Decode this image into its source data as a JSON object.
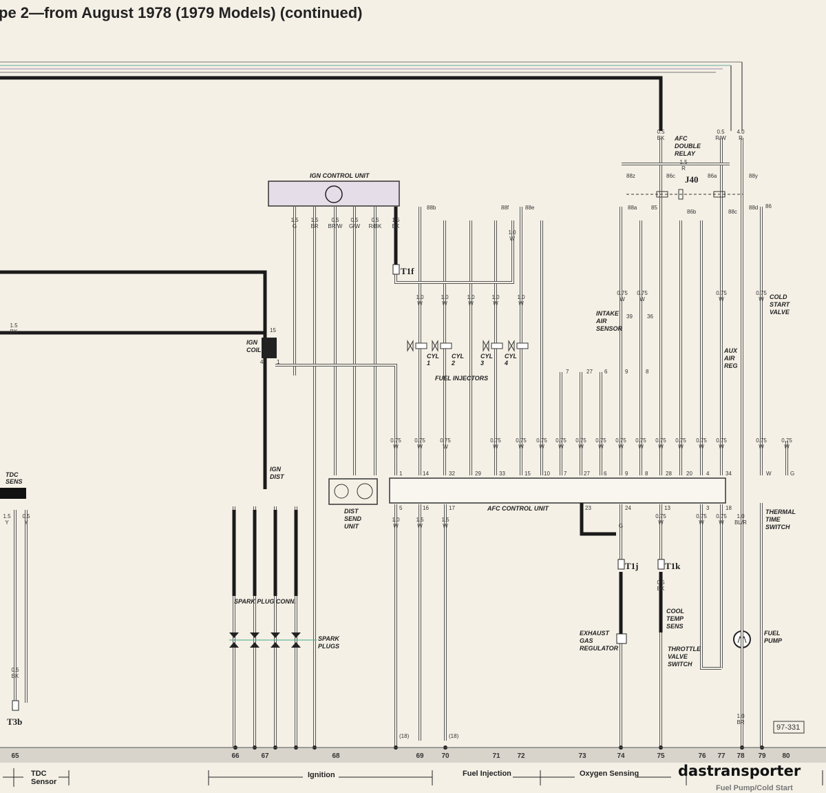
{
  "title": "pe 2—from August 1978 (1979 Models) (continued)",
  "components": {
    "ign_control_unit": "IGN CONTROL UNIT",
    "ign_coil": [
      "IGN",
      "COIL"
    ],
    "ign_dist": [
      "IGN",
      "DIST"
    ],
    "dist_send_unit": [
      "DIST",
      "SEND",
      "UNIT"
    ],
    "spark_plug_conn": "SPARK PLUG CONN.",
    "spark_plugs": [
      "SPARK",
      "PLUGS"
    ],
    "fuel_injectors": "FUEL INJECTORS",
    "cylinders": [
      [
        "CYL",
        "1"
      ],
      [
        "CYL",
        "2"
      ],
      [
        "CYL",
        "3"
      ],
      [
        "CYL",
        "4"
      ]
    ],
    "afc_double_relay": [
      "AFC",
      "DOUBLE",
      "RELAY"
    ],
    "relay_id": "J40",
    "intake_air_sensor": [
      "INTAKE",
      "AIR",
      "SENSOR"
    ],
    "aux_air_reg": [
      "AUX",
      "AIR",
      "REG"
    ],
    "cold_start_valve": [
      "COLD",
      "START",
      "VALVE"
    ],
    "afc_control_unit": "AFC CONTROL UNIT",
    "thermal_time_switch": [
      "THERMAL",
      "TIME",
      "SWITCH"
    ],
    "exhaust_gas_regulator": [
      "EXHAUST",
      "GAS",
      "REGULATOR"
    ],
    "cool_temp_sens": [
      "COOL",
      "TEMP",
      "SENS"
    ],
    "throttle_valve_switch": [
      "THROTTLE",
      "VALVE",
      "SWITCH"
    ],
    "fuel_pump": [
      "FUEL",
      "PUMP"
    ],
    "tdc_sens": [
      "TDC",
      "SENS"
    ]
  },
  "connectors": [
    "T1f",
    "T1j",
    "T1k",
    "T3b"
  ],
  "wire_labels": [
    [
      "1.5",
      "G"
    ],
    [
      "1.5",
      "BR"
    ],
    [
      "0.5",
      "BR/W"
    ],
    [
      "0.5",
      "G/W"
    ],
    [
      "0.5",
      "R/BK"
    ],
    [
      "1.5",
      "BK"
    ],
    [
      "1.0",
      "W"
    ],
    [
      "1.0",
      "W"
    ],
    [
      "1.0",
      "W"
    ],
    [
      "1.0",
      "W"
    ],
    [
      "1.0",
      "W"
    ],
    [
      "1.0",
      "W"
    ],
    [
      "0.5",
      "BK"
    ],
    [
      "0.5",
      "R/W"
    ],
    [
      "4.0",
      "R"
    ],
    [
      "1.5",
      "R"
    ],
    [
      "0.75",
      "W"
    ],
    [
      "0.75",
      "W"
    ],
    [
      "0.75",
      "W"
    ],
    [
      "0.75",
      "W"
    ],
    [
      "0.75",
      "W"
    ],
    [
      "0.75",
      "W"
    ],
    [
      "0.75",
      "W"
    ],
    [
      "0.75",
      "W"
    ],
    [
      "0.75",
      "W"
    ],
    [
      "0.75",
      "W"
    ],
    [
      "0.75",
      "W"
    ],
    [
      "0.75",
      "W"
    ],
    [
      "0.75",
      "W"
    ],
    [
      "0.75",
      "W"
    ],
    [
      "0.75",
      "W"
    ],
    [
      "0.75",
      "W"
    ],
    [
      "0.75",
      "W"
    ],
    [
      "0.75",
      "W"
    ],
    [
      "0.75",
      "W"
    ],
    [
      "0.75",
      "W"
    ],
    [
      "0.75",
      "W"
    ],
    [
      "1.0",
      "W"
    ],
    [
      "1.5",
      "W"
    ],
    [
      "1.5",
      "W"
    ],
    [
      "",
      "G"
    ],
    [
      "0.75",
      "W"
    ],
    [
      "0.75",
      "W"
    ],
    [
      "0.75",
      "W"
    ],
    [
      "1.0",
      "BL/R"
    ],
    [
      "1.5",
      "BK"
    ],
    [
      "1.5",
      "Y"
    ],
    [
      "0.5",
      "Y"
    ],
    [
      "0.5",
      "BK"
    ],
    [
      "0.5",
      "BK"
    ],
    [
      "1.0",
      "BR"
    ]
  ],
  "pins": [
    "88b",
    "88f",
    "88e",
    "88z",
    "86c",
    "86a",
    "88y",
    "88a",
    "85",
    "86b",
    "88c",
    "88d",
    "86",
    "39",
    "36",
    "7",
    "27",
    "6",
    "9",
    "8",
    "15",
    "4",
    "1",
    "1",
    "14",
    "32",
    "29",
    "33",
    "15",
    "10",
    "7",
    "27",
    "6",
    "9",
    "8",
    "28",
    "20",
    "4",
    "34",
    "W",
    "G",
    "5",
    "16",
    "17",
    "23",
    "24",
    "13",
    "3",
    "18",
    "(18)",
    "(18)"
  ],
  "diagram_number": "97-331",
  "watermark": "dastransporter",
  "footer": {
    "numbers": [
      "65",
      "66",
      "67",
      "68",
      "69",
      "70",
      "71",
      "72",
      "73",
      "74",
      "75",
      "76",
      "77",
      "78",
      "79",
      "80"
    ],
    "sections": [
      [
        "TDC",
        "Sensor"
      ],
      [
        "Ignition"
      ],
      [
        "Fuel Injection"
      ],
      [
        "Oxygen Sensing"
      ],
      [
        "Fuel Pump/Cold Start"
      ]
    ]
  }
}
